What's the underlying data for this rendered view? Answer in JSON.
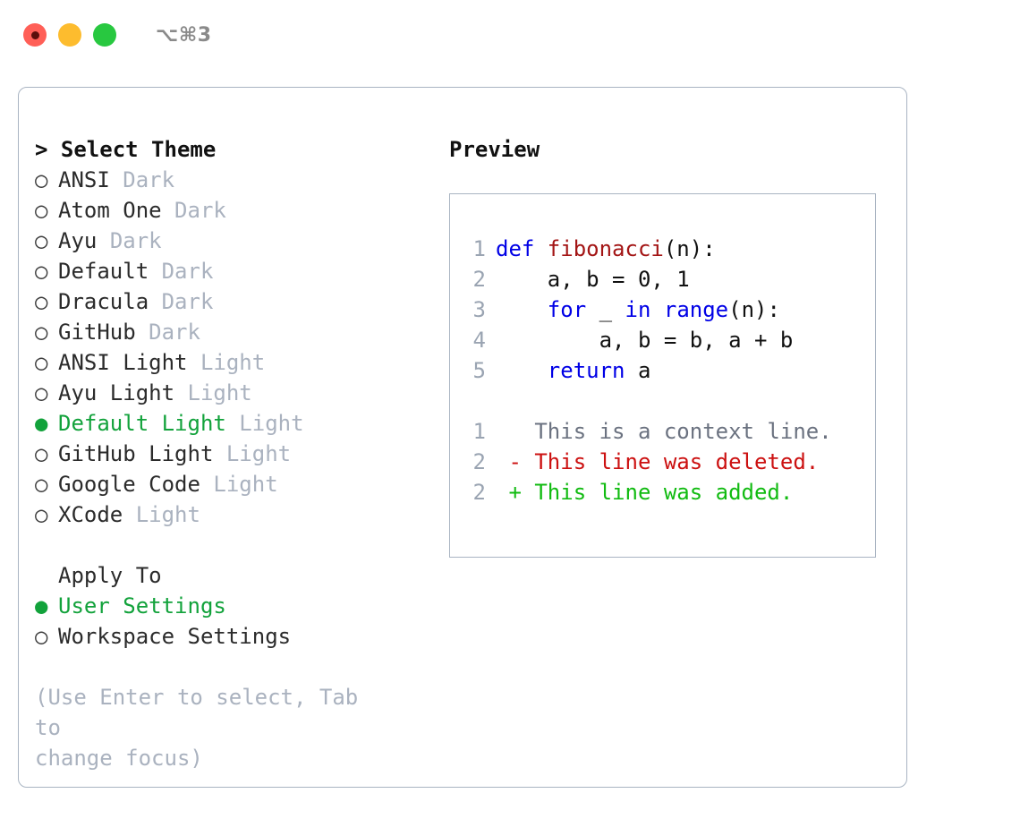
{
  "titlebar": {
    "shortcut": "⌥⌘3",
    "buttons": [
      {
        "name": "close",
        "color": "#ff5f57"
      },
      {
        "name": "minimize",
        "color": "#fdbc2e"
      },
      {
        "name": "maximize",
        "color": "#28c840"
      }
    ]
  },
  "theme_picker": {
    "header": "> Select Theme",
    "items": [
      {
        "marker": "○",
        "name": "ANSI",
        "tag": "Dark",
        "selected": false
      },
      {
        "marker": "○",
        "name": "Atom One",
        "tag": "Dark",
        "selected": false
      },
      {
        "marker": "○",
        "name": "Ayu",
        "tag": "Dark",
        "selected": false
      },
      {
        "marker": "○",
        "name": "Default",
        "tag": "Dark",
        "selected": false
      },
      {
        "marker": "○",
        "name": "Dracula",
        "tag": "Dark",
        "selected": false
      },
      {
        "marker": "○",
        "name": "GitHub",
        "tag": "Dark",
        "selected": false
      },
      {
        "marker": "○",
        "name": "ANSI Light",
        "tag": "Light",
        "selected": false
      },
      {
        "marker": "○",
        "name": "Ayu Light",
        "tag": "Light",
        "selected": false
      },
      {
        "marker": "●",
        "name": "Default Light",
        "tag": "Light",
        "selected": true
      },
      {
        "marker": "○",
        "name": "GitHub Light",
        "tag": "Light",
        "selected": false
      },
      {
        "marker": "○",
        "name": "Google Code",
        "tag": "Light",
        "selected": false
      },
      {
        "marker": "○",
        "name": "XCode",
        "tag": "Light",
        "selected": false
      }
    ]
  },
  "apply_to": {
    "header": "Apply To",
    "items": [
      {
        "marker": "●",
        "name": "User Settings",
        "selected": true
      },
      {
        "marker": "○",
        "name": "Workspace Settings",
        "selected": false
      }
    ]
  },
  "hint": "(Use Enter to select, Tab to\nchange focus)",
  "preview": {
    "header": "Preview",
    "code_lines": [
      {
        "num": "1",
        "tokens": [
          {
            "t": "def ",
            "c": "kw"
          },
          {
            "t": "fibonacci",
            "c": "fn"
          },
          {
            "t": "(n):",
            "c": "pl"
          }
        ]
      },
      {
        "num": "2",
        "tokens": [
          {
            "t": "    a, b = 0, 1",
            "c": "pl"
          }
        ]
      },
      {
        "num": "3",
        "tokens": [
          {
            "t": "    ",
            "c": "pl"
          },
          {
            "t": "for",
            "c": "kw"
          },
          {
            "t": " _ ",
            "c": "pl"
          },
          {
            "t": "in",
            "c": "kw"
          },
          {
            "t": " ",
            "c": "pl"
          },
          {
            "t": "range",
            "c": "kw"
          },
          {
            "t": "(n):",
            "c": "pl"
          }
        ]
      },
      {
        "num": "4",
        "tokens": [
          {
            "t": "        a, b = b, a + b",
            "c": "pl"
          }
        ]
      },
      {
        "num": "5",
        "tokens": [
          {
            "t": "    ",
            "c": "pl"
          },
          {
            "t": "return",
            "c": "kw"
          },
          {
            "t": " a",
            "c": "pl"
          }
        ]
      }
    ],
    "diff_lines": [
      {
        "num": "1",
        "tokens": [
          {
            "t": "   This is a context line.",
            "c": "ctx"
          }
        ]
      },
      {
        "num": "2",
        "tokens": [
          {
            "t": " - This line was deleted.",
            "c": "del"
          }
        ]
      },
      {
        "num": "2",
        "tokens": [
          {
            "t": " + This line was added.",
            "c": "add"
          }
        ]
      }
    ]
  },
  "colors": {
    "selected_green": "#12a23b",
    "tag_gray": "#aab2bf",
    "border": "#a9b4c2",
    "keyword_blue": "#0000e6",
    "function_red": "#a31515",
    "diff_deleted": "#cc1111",
    "diff_added": "#11bb11"
  }
}
